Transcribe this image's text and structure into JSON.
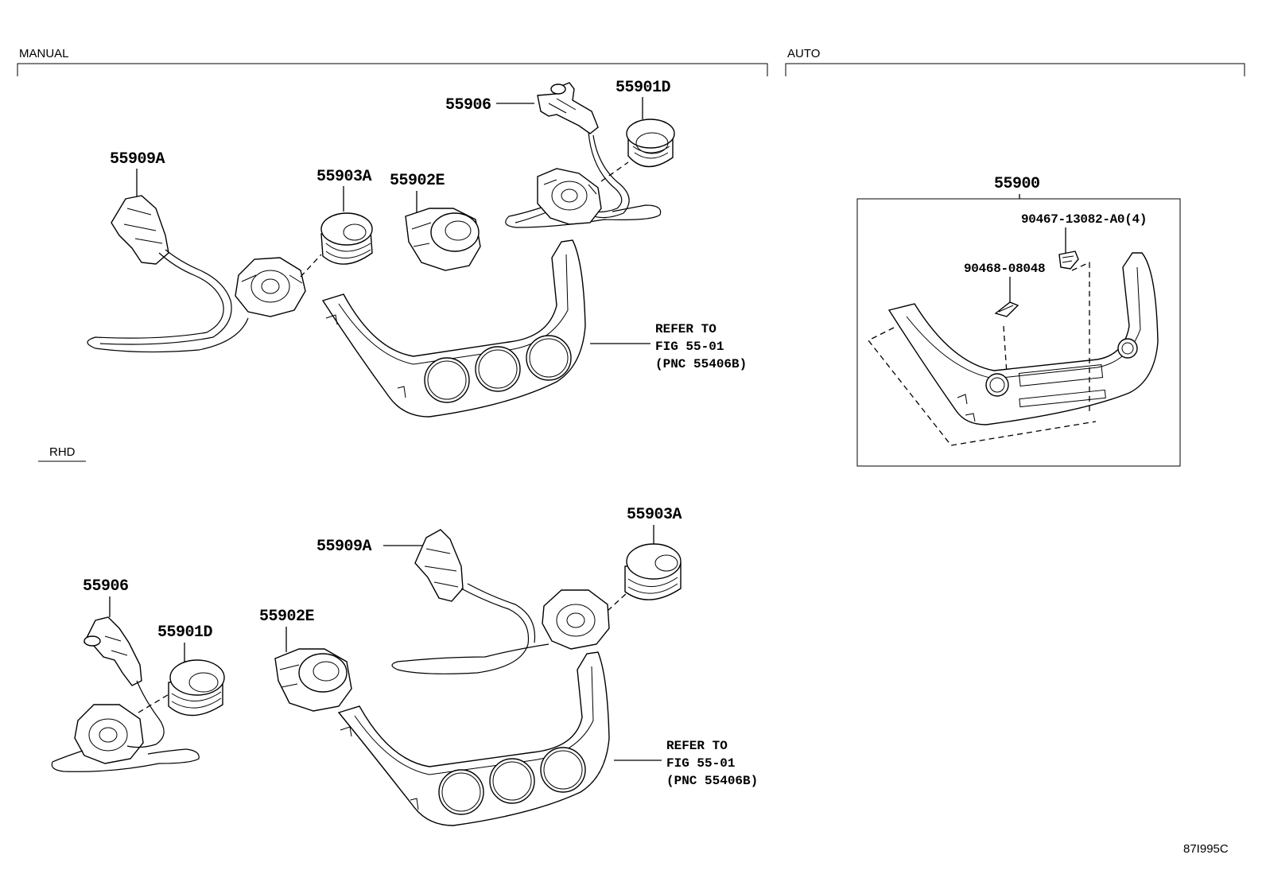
{
  "sections": {
    "manual": "MANUAL",
    "auto": "AUTO",
    "rhd": "RHD"
  },
  "manual_lhd": {
    "p55906": "55906",
    "p55901d": "55901D",
    "p55909a": "55909A",
    "p55903a": "55903A",
    "p55902e": "55902E",
    "refer": [
      "REFER TO",
      "FIG 55-01",
      "(PNC 55406B)"
    ]
  },
  "manual_rhd": {
    "p55903a": "55903A",
    "p55909a": "55909A",
    "p55906": "55906",
    "p55901d": "55901D",
    "p55902e": "55902E",
    "refer": [
      "REFER TO",
      "FIG 55-01",
      "(PNC 55406B)"
    ]
  },
  "auto": {
    "p55900": "55900",
    "p90467": "90467-13082-A0(4)",
    "p90468": "90468-08048"
  },
  "figure_code": "87I995C"
}
